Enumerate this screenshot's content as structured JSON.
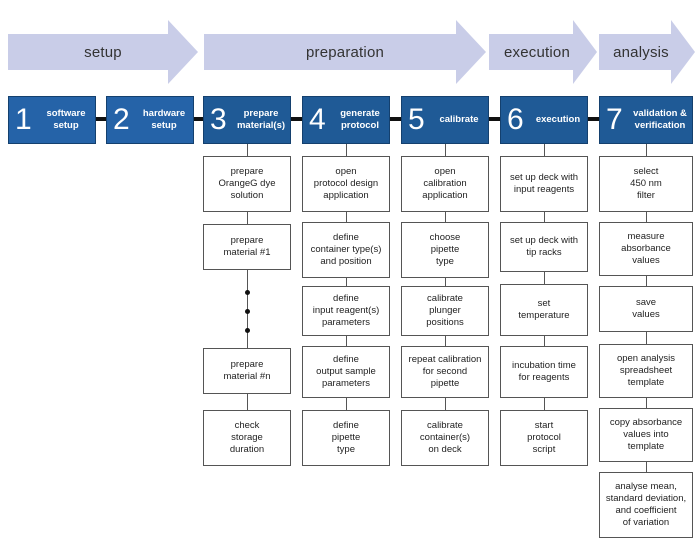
{
  "phases": [
    {
      "label": "setup"
    },
    {
      "label": "preparation"
    },
    {
      "label": "execution"
    },
    {
      "label": "analysis"
    }
  ],
  "steps": [
    {
      "num": "1",
      "label": "software\nsetup"
    },
    {
      "num": "2",
      "label": "hardware\nsetup"
    },
    {
      "num": "3",
      "label": "prepare\nmaterial(s)"
    },
    {
      "num": "4",
      "label": "generate\nprotocol"
    },
    {
      "num": "5",
      "label": "calibrate"
    },
    {
      "num": "6",
      "label": "execution"
    },
    {
      "num": "7",
      "label": "validation &\nverification"
    }
  ],
  "columns": {
    "col3": [
      "prepare\nOrangeG dye\nsolution",
      "prepare\nmaterial #1",
      "prepare\nmaterial #n",
      "check\nstorage\nduration"
    ],
    "col4": [
      "open\nprotocol design\napplication",
      "define\ncontainer type(s)\nand position",
      "define\ninput reagent(s)\nparameters",
      "define\noutput sample\nparameters",
      "define\npipette\ntype"
    ],
    "col5": [
      "open\ncalibration\napplication",
      "choose\npipette\ntype",
      "calibrate\nplunger\npositions",
      "repeat calibration\nfor second\npipette",
      "calibrate\ncontainer(s)\non deck"
    ],
    "col6": [
      "set up deck with\ninput reagents",
      "set up deck with\ntip racks",
      "set\ntemperature",
      "incubation time\nfor reagents",
      "start\nprotocol\nscript"
    ],
    "col7": [
      "select\n450 nm\nfilter",
      "measure\nabsorbance\nvalues",
      "save\nvalues",
      "open analysis\nspreadsheet\ntemplate",
      "copy absorbance\nvalues into\ntemplate",
      "analyse mean,\nstandard deviation,\nand coefficient\nof variation"
    ]
  },
  "colors": {
    "arrow_fill": "#c9cde8",
    "step_fill": "#1f5a96",
    "step_text": "#ffffff",
    "line": "#111111"
  }
}
